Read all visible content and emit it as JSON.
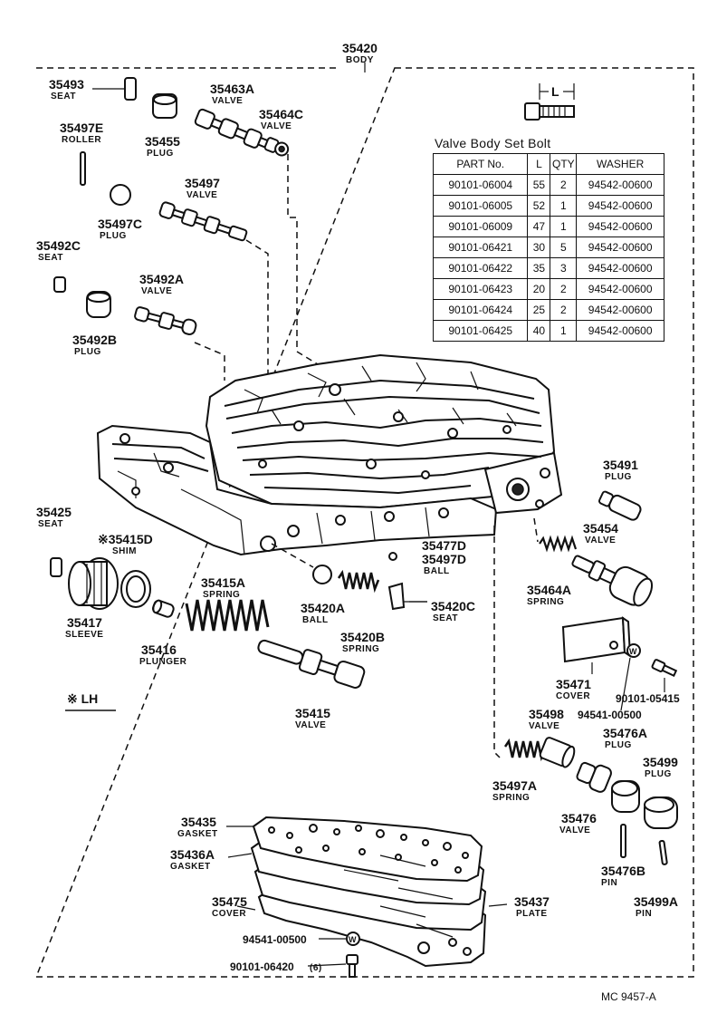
{
  "labels": {
    "body": {
      "pn": "35420",
      "name": "BODY"
    },
    "seat_35493": {
      "pn": "35493",
      "name": "SEAT"
    },
    "valve_35463a": {
      "pn": "35463A",
      "name": "VALVE"
    },
    "valve_35464c": {
      "pn": "35464C",
      "name": "VALVE"
    },
    "roller_35497e": {
      "pn": "35497E",
      "name": "ROLLER"
    },
    "plug_35455": {
      "pn": "35455",
      "name": "PLUG"
    },
    "valve_35497": {
      "pn": "35497",
      "name": "VALVE"
    },
    "plug_35497c": {
      "pn": "35497C",
      "name": "PLUG"
    },
    "seat_35492c": {
      "pn": "35492C",
      "name": "SEAT"
    },
    "valve_35492a": {
      "pn": "35492A",
      "name": "VALVE"
    },
    "plug_35492b": {
      "pn": "35492B",
      "name": "PLUG"
    },
    "plug_35491": {
      "pn": "35491",
      "name": "PLUG"
    },
    "valve_35454": {
      "pn": "35454",
      "name": "VALVE"
    },
    "seat_35425": {
      "pn": "35425",
      "name": "SEAT"
    },
    "shim_35415d": {
      "pn": "※35415D",
      "name": "SHIM"
    },
    "spring_35415a": {
      "pn": "35415A",
      "name": "SPRING"
    },
    "ball_35477d": {
      "pn": "35477D",
      "name": ""
    },
    "ball_35497d": {
      "pn": "35497D",
      "name": "BALL"
    },
    "spring_35464a": {
      "pn": "35464A",
      "name": "SPRING"
    },
    "sleeve_35417": {
      "pn": "35417",
      "name": "SLEEVE"
    },
    "ball_35420a": {
      "pn": "35420A",
      "name": "BALL"
    },
    "seat_35420c": {
      "pn": "35420C",
      "name": "SEAT"
    },
    "plunger_35416": {
      "pn": "35416",
      "name": "PLUNGER"
    },
    "spring_35420b": {
      "pn": "35420B",
      "name": "SPRING"
    },
    "cover_35471": {
      "pn": "35471",
      "name": "COVER"
    },
    "bolt_90101_05415": {
      "pn": "90101-05415",
      "name": ""
    },
    "washer_94541_00500": {
      "pn": "94541-00500",
      "name": ""
    },
    "lh_note": {
      "pn": "※ LH",
      "name": ""
    },
    "valve_35415": {
      "pn": "35415",
      "name": "VALVE"
    },
    "valve_35498": {
      "pn": "35498",
      "name": "VALVE"
    },
    "plug_35476a": {
      "pn": "35476A",
      "name": "PLUG"
    },
    "plug_35499": {
      "pn": "35499",
      "name": "PLUG"
    },
    "spring_35497a": {
      "pn": "35497A",
      "name": "SPRING"
    },
    "valve_35476": {
      "pn": "35476",
      "name": "VALVE"
    },
    "gasket_35435": {
      "pn": "35435",
      "name": "GASKET"
    },
    "gasket_35436a": {
      "pn": "35436A",
      "name": "GASKET"
    },
    "pin_35476b": {
      "pn": "35476B",
      "name": "PIN"
    },
    "cover_35475": {
      "pn": "35475",
      "name": "COVER"
    },
    "plate_35437": {
      "pn": "35437",
      "name": "PLATE"
    },
    "pin_35499a": {
      "pn": "35499A",
      "name": "PIN"
    },
    "washer_bottom": {
      "pn": "94541-00500",
      "name": ""
    },
    "bolt_bottom": {
      "pn": "90101-06420",
      "name": "(6)"
    },
    "bolt_icon_label": {
      "pn": "L",
      "name": ""
    },
    "washer_symbol": {
      "pn": "W",
      "name": ""
    }
  },
  "bolt_table": {
    "title": "Valve Body Set Bolt",
    "headers": [
      "PART No.",
      "L",
      "QTY",
      "WASHER"
    ],
    "rows": [
      [
        "90101-06004",
        "55",
        "2",
        "94542-00600"
      ],
      [
        "90101-06005",
        "52",
        "1",
        "94542-00600"
      ],
      [
        "90101-06009",
        "47",
        "1",
        "94542-00600"
      ],
      [
        "90101-06421",
        "30",
        "5",
        "94542-00600"
      ],
      [
        "90101-06422",
        "35",
        "3",
        "94542-00600"
      ],
      [
        "90101-06423",
        "20",
        "2",
        "94542-00600"
      ],
      [
        "90101-06424",
        "25",
        "2",
        "94542-00600"
      ],
      [
        "90101-06425",
        "40",
        "1",
        "94542-00600"
      ]
    ]
  },
  "footer": {
    "code": "MC  9457-A"
  }
}
